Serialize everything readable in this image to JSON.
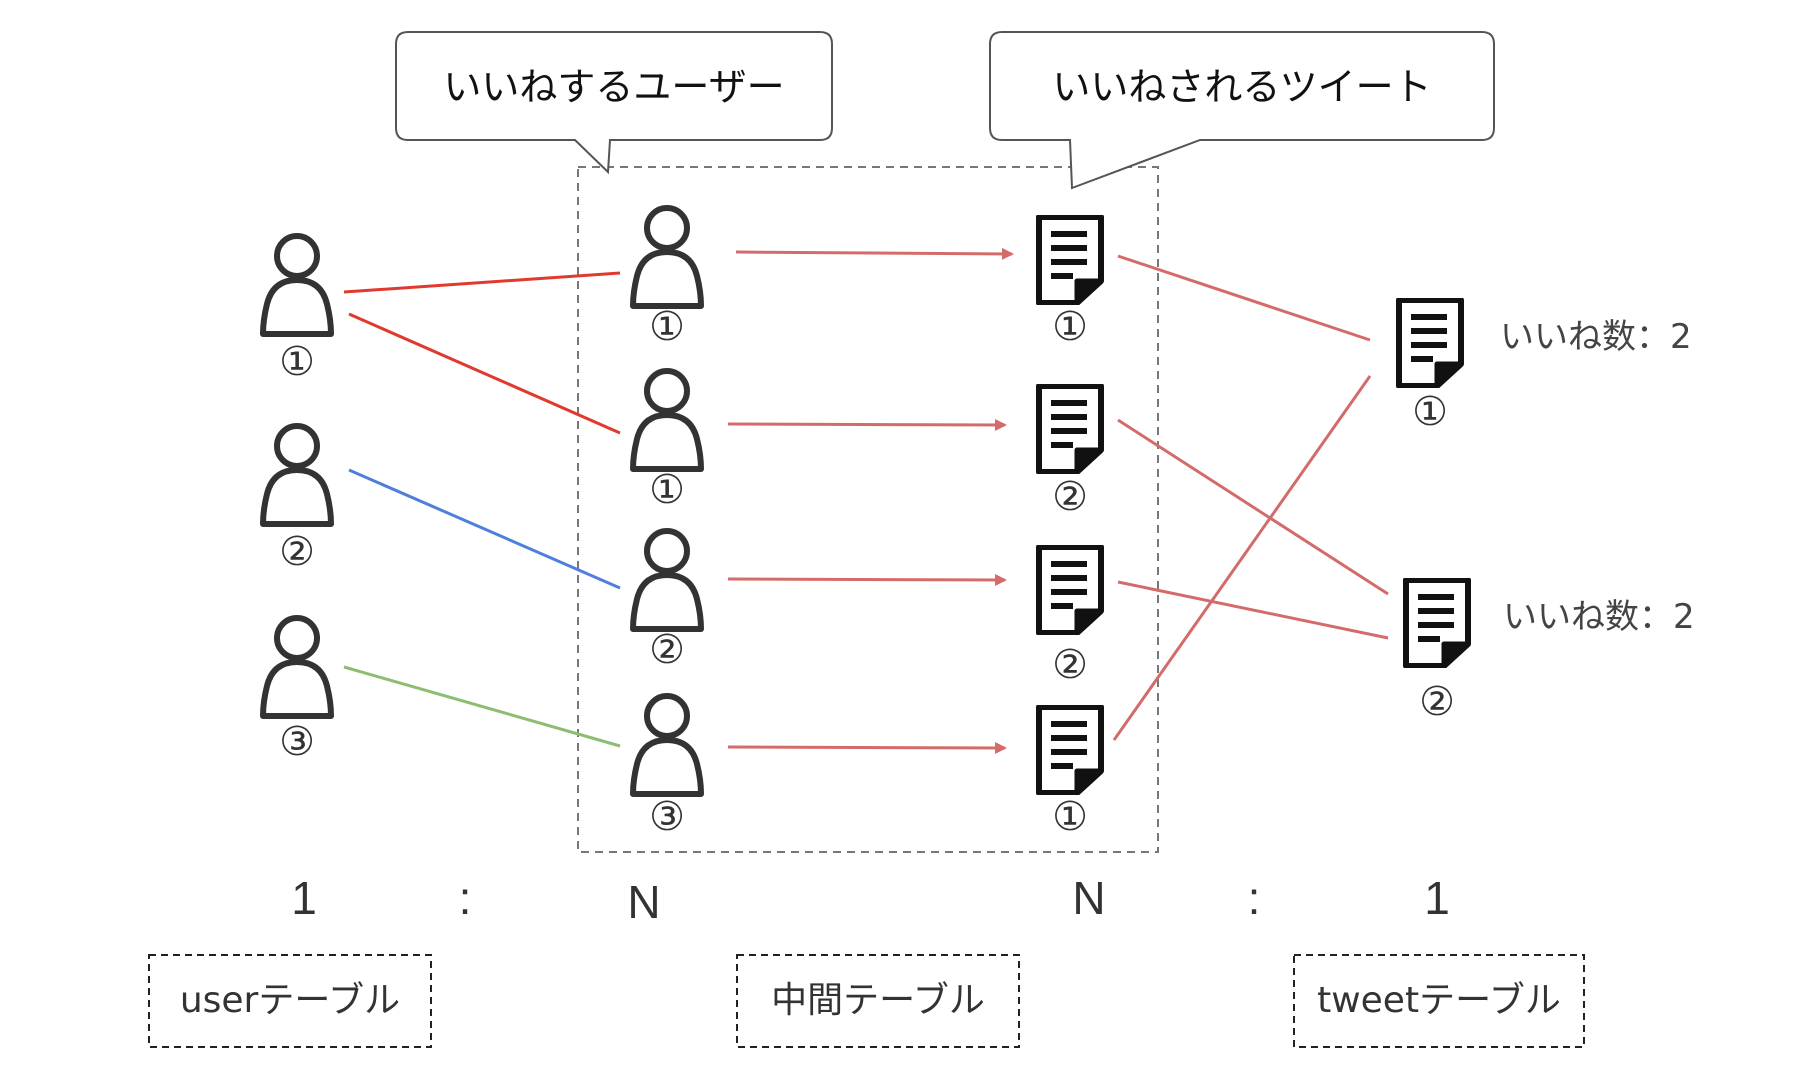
{
  "callouts": {
    "liking_user": "いいねするユーザー",
    "liked_tweet": "いいねされるツイート"
  },
  "users": [
    {
      "label": "①"
    },
    {
      "label": "②"
    },
    {
      "label": "③"
    }
  ],
  "middle": {
    "rows": [
      {
        "user": "①",
        "tweet": "①"
      },
      {
        "user": "①",
        "tweet": "②"
      },
      {
        "user": "②",
        "tweet": "②"
      },
      {
        "user": "③",
        "tweet": "①"
      }
    ]
  },
  "tweets": [
    {
      "label": "①",
      "like_count": "いいね数：2"
    },
    {
      "label": "②",
      "like_count": "いいね数：2"
    }
  ],
  "ratio": {
    "left_one": "1",
    "left_colon": ":",
    "left_n": "N",
    "right_n": "N",
    "right_colon": ":",
    "right_one": "1"
  },
  "tables": {
    "user": "userテーブル",
    "middle": "中間テーブル",
    "tweet": "tweetテーブル"
  },
  "colors": {
    "user1_line": "#e03a2e",
    "user2_line": "#4f7fdc",
    "user3_line": "#8dbd70",
    "relation_line": "#d46b6b"
  }
}
